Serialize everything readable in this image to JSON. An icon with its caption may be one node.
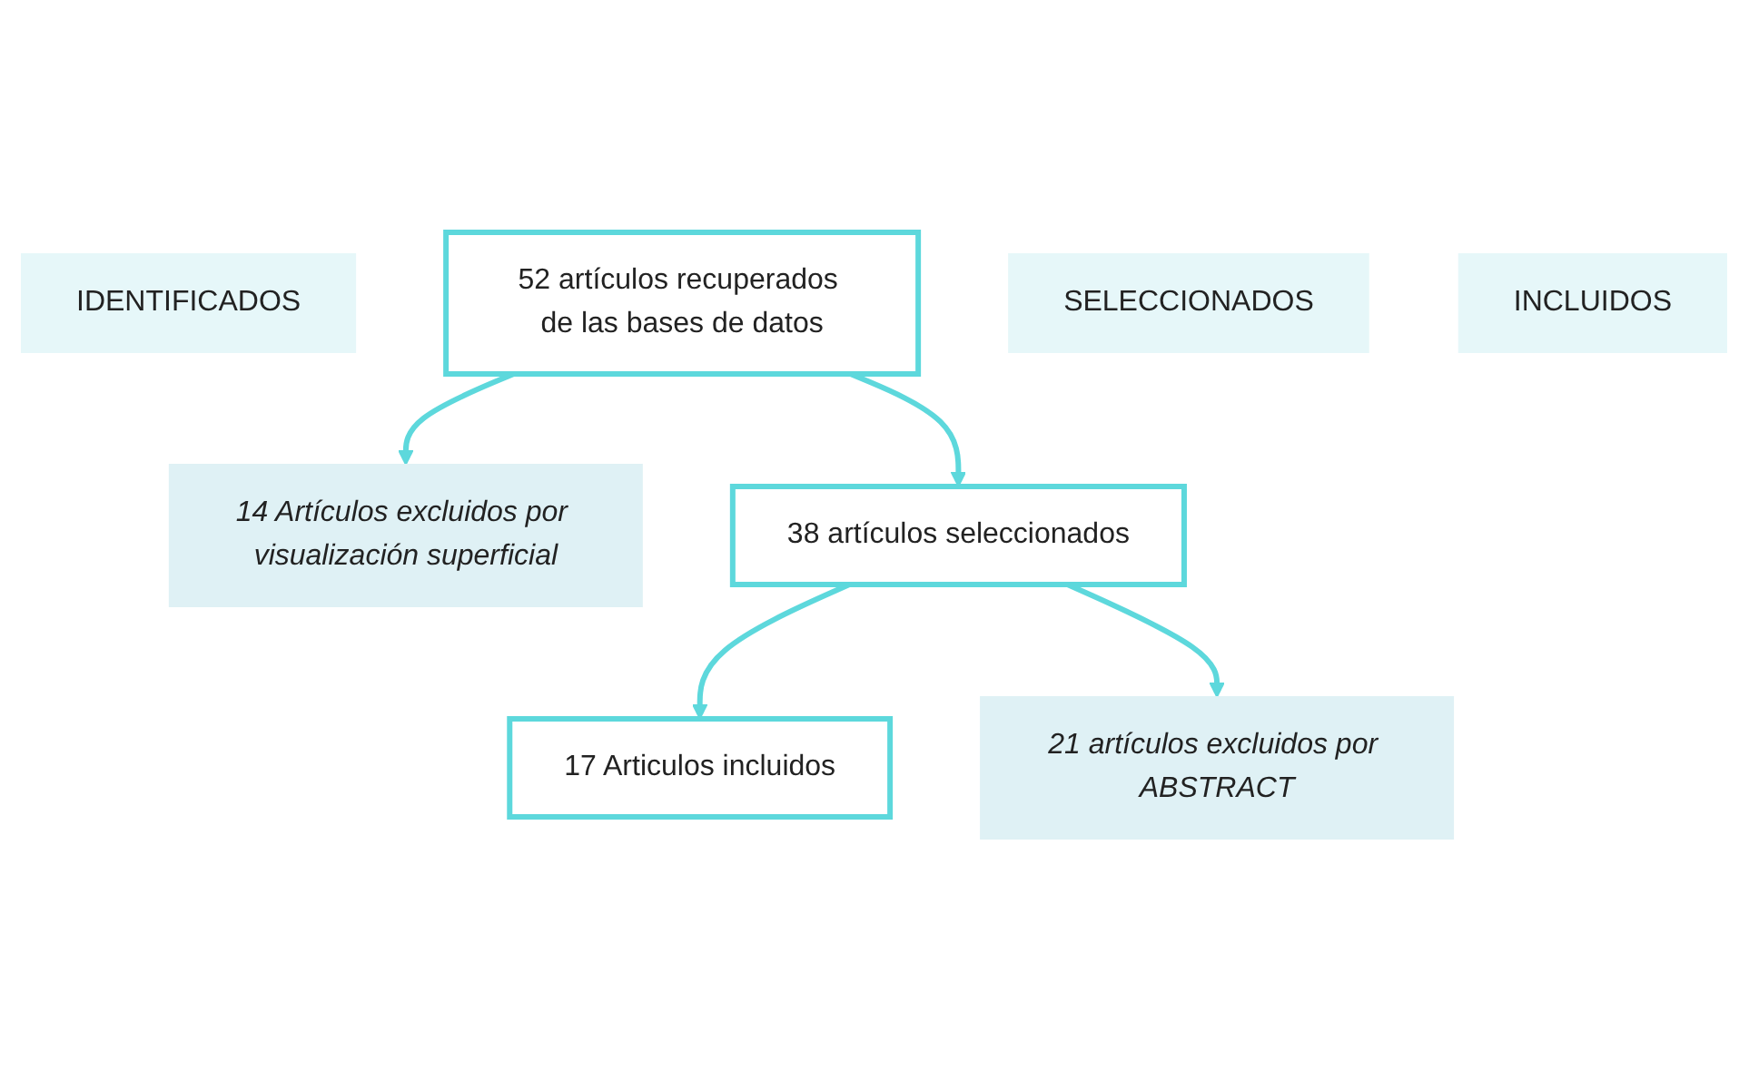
{
  "diagram": {
    "nodes": [
      {
        "text": [
          "IDENTIFICADOS"
        ]
      },
      {
        "text": [
          "52 artículos recuperados de las bases de datos"
        ]
      },
      {
        "text": [
          "14 Artículos excluidos por visualización superficial"
        ]
      },
      {
        "text": [
          "SELECCIONADOS"
        ]
      },
      {
        "text": [
          "38 artículos seleccionados"
        ]
      },
      {
        "text": [
          "21 artículos excluidos por ABSTRACT"
        ]
      },
      {
        "text": [
          "INCLUIDOS"
        ]
      },
      {
        "text": [
          "17 Articulos incluidos"
        ]
      }
    ],
    "edges": [
      {
        "from": 1,
        "to": 4,
        "arrow": "to"
      },
      {
        "from": 1,
        "to": 2,
        "arrow": "to"
      },
      {
        "from": 4,
        "to": 7,
        "arrow": "to"
      },
      {
        "from": 4,
        "to": 5,
        "arrow": "to"
      }
    ]
  }
}
